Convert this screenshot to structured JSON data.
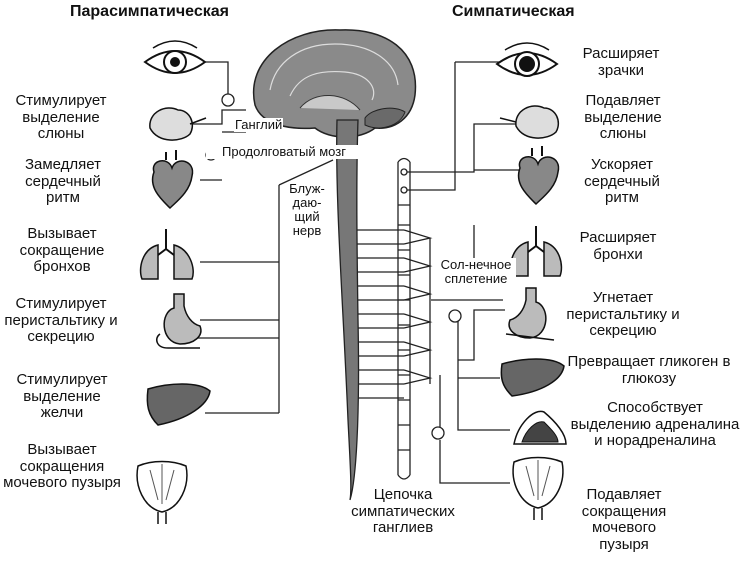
{
  "headings": {
    "parasympathetic": "Парасимпатическая",
    "sympathetic": "Симпатическая"
  },
  "left_labels": [
    "Стимулирует выделение слюны",
    "Замедляет сердечный ритм",
    "Вызывает сокращение бронхов",
    "Стимулирует перистальтику и секрецию",
    "Стимулирует выделение желчи",
    "Вызывает сокращения мочевого пузыря"
  ],
  "right_labels": [
    "Расширяет зрачки",
    "Подавляет выделение слюны",
    "Ускоряет сердечный ритм",
    "Расширяет бронхи",
    "Угнетает перистальтику и секрецию",
    "Превращает гликоген в глюкозу",
    "Способствует выделению адреналина и норадреналина",
    "Подавляет сокращения мочевого пузыря"
  ],
  "center_labels": {
    "ganglion": "Ганглий",
    "medulla": "Продолговатый мозг",
    "vagus": "Блуж-даю-щий нерв",
    "solar_plexus": "Сол-нечное сплетение",
    "chain": "Цепочка симпатических ганглиев"
  },
  "organs_left": [
    "eye-icon",
    "salivary-gland-icon",
    "heart-icon",
    "lungs-icon",
    "stomach-icon",
    "liver-icon",
    "bladder-icon"
  ],
  "organs_right": [
    "eye-icon",
    "salivary-gland-icon",
    "heart-icon",
    "lungs-icon",
    "stomach-icon",
    "liver-icon",
    "adrenal-gland-icon",
    "bladder-icon"
  ]
}
